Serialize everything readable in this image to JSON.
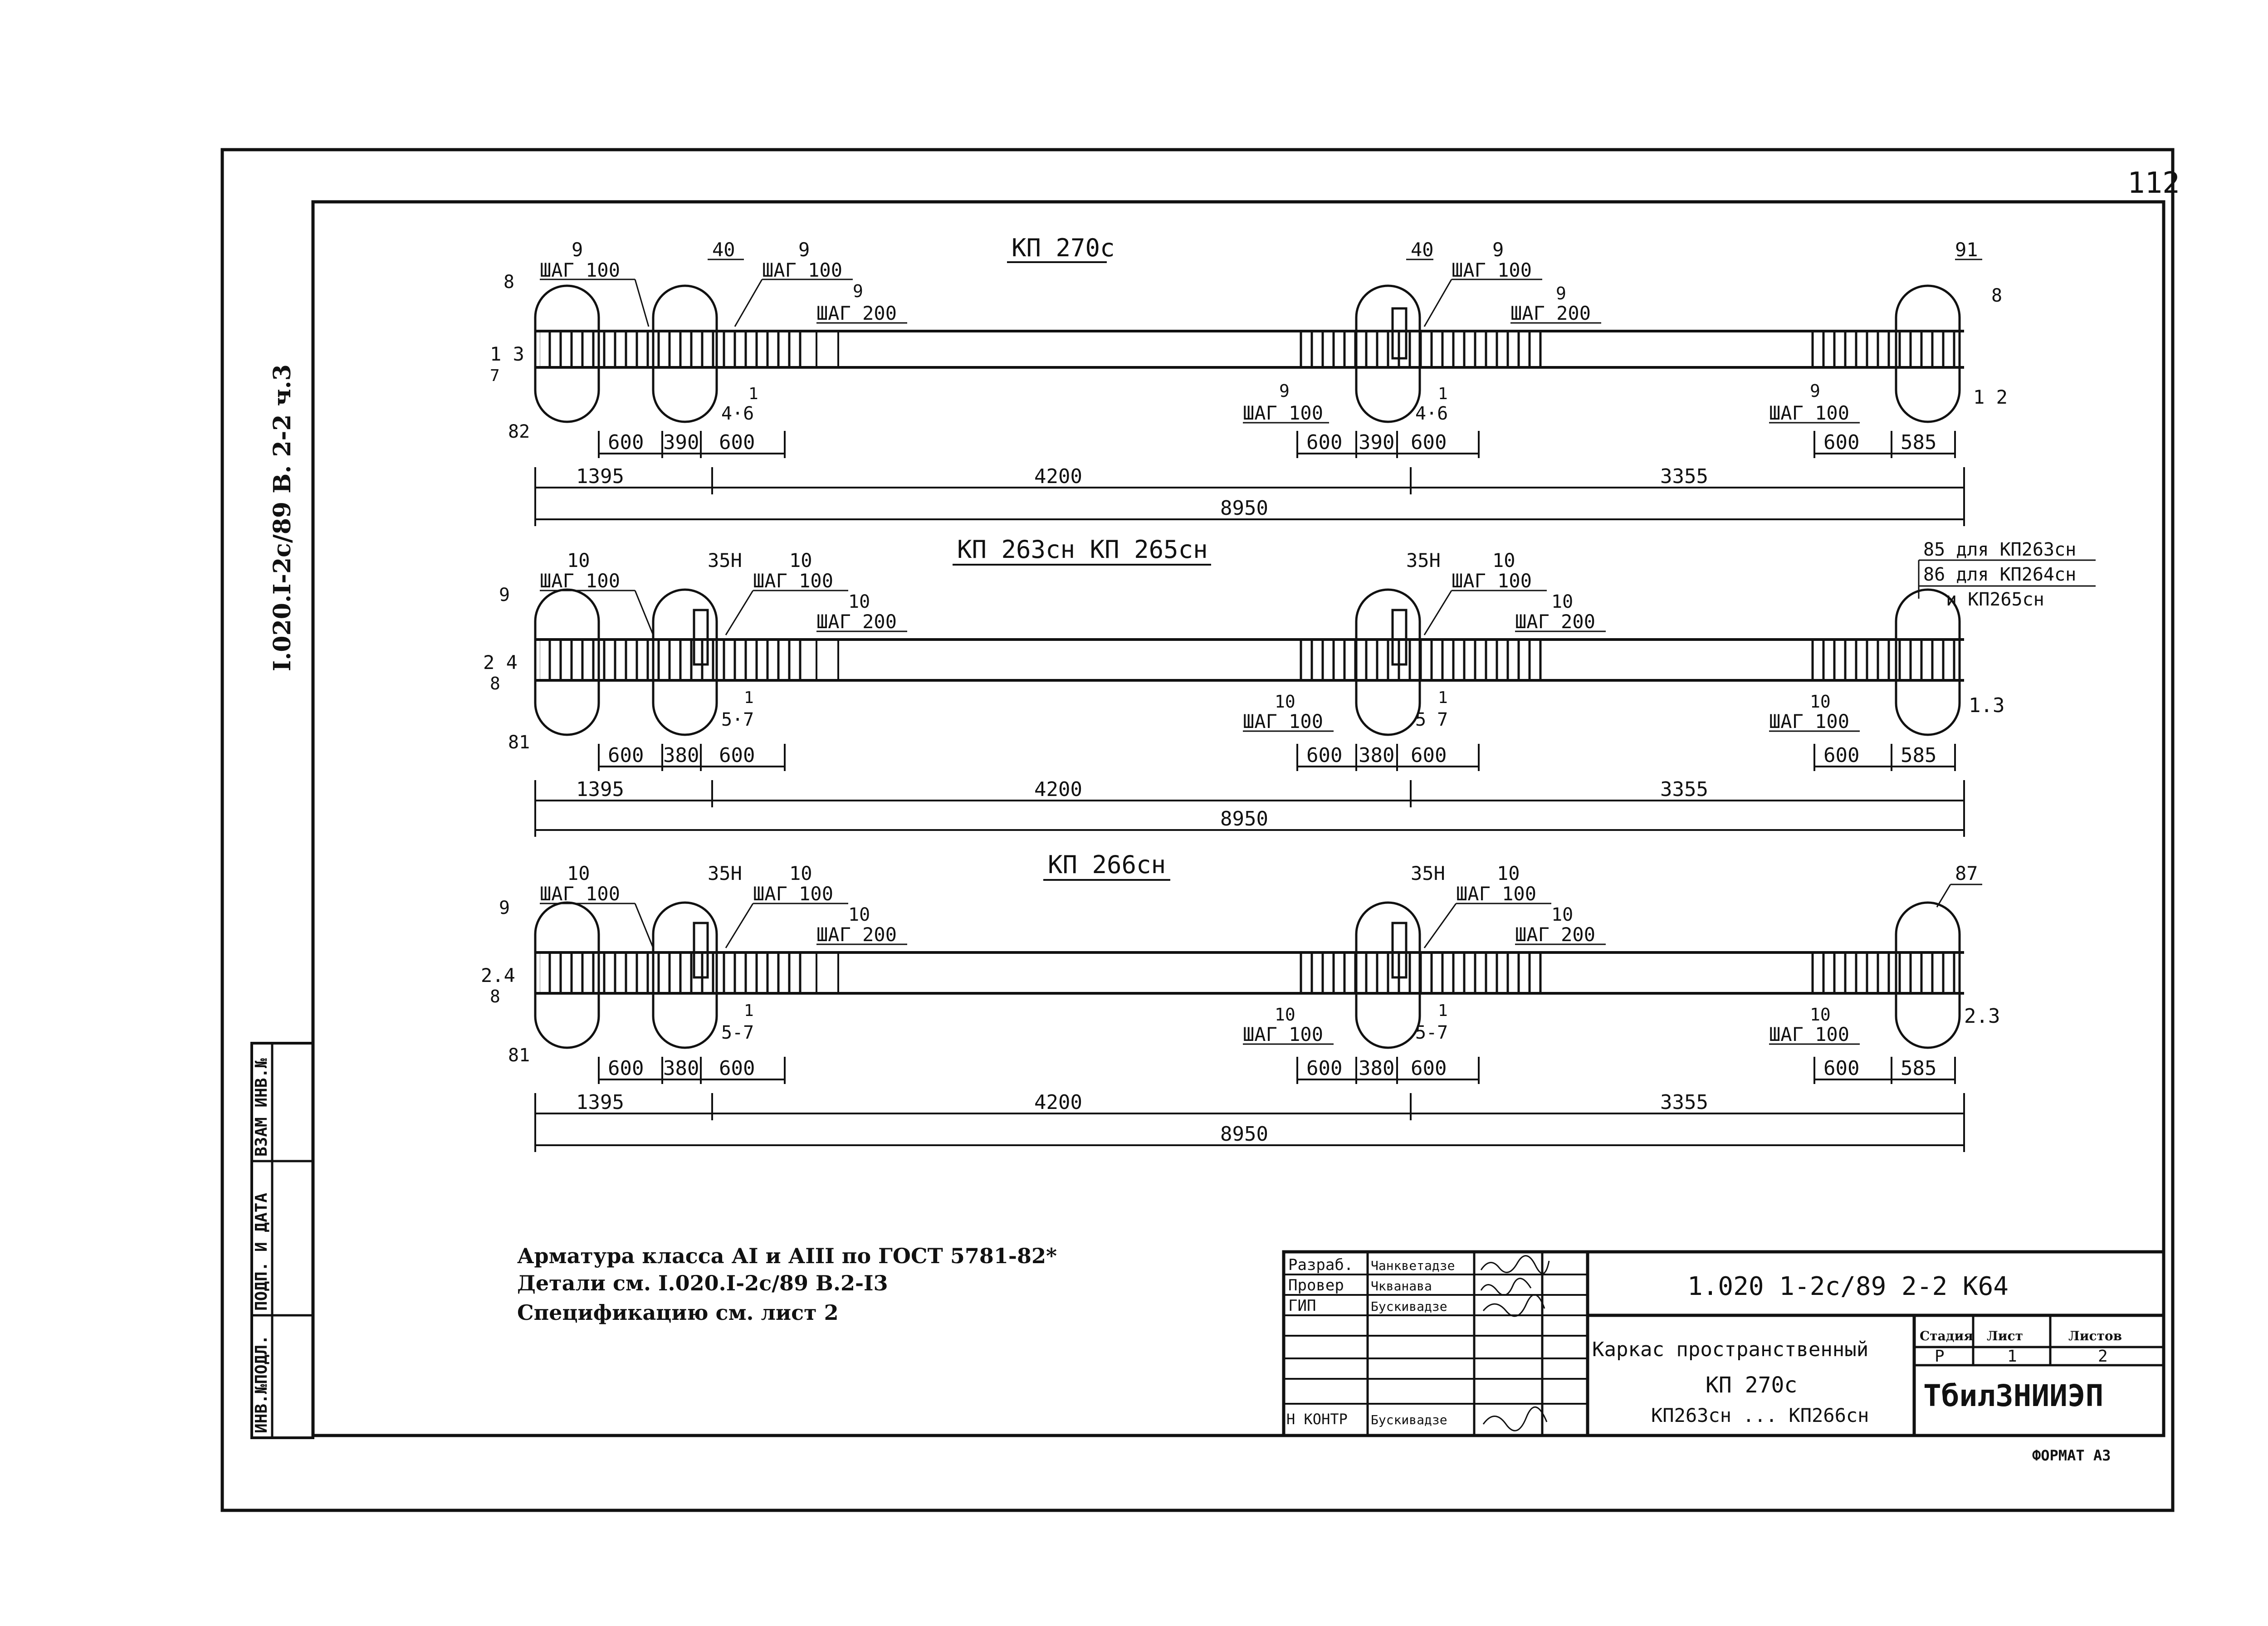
{
  "page_number": "112",
  "side_reference": "I.020.I-2c/89 B. 2-2 ч.3",
  "corner_mark": "ч.3",
  "left_stamp": [
    "ИНВ.№ПОДЛ.",
    "ПОДП. И ДАТА",
    "ВЗАМ ИНВ.№"
  ],
  "frames": [
    {
      "title": "КП 270с",
      "rebar_top": [
        {
          "num": "9",
          "step": "ШАГ 100"
        },
        {
          "num": "40",
          "step": ""
        },
        {
          "num": "9",
          "step": "ШАГ 100"
        },
        {
          "num": "9",
          "step": "ШАГ 200"
        },
        {
          "num": "40",
          "step": ""
        },
        {
          "num": "9",
          "step": "ШАГ 100"
        },
        {
          "num": "9",
          "step": "ШАГ 200"
        },
        {
          "num": "91",
          "step": ""
        }
      ],
      "rebar_bottom": [
        {
          "num": "9",
          "step": "ШАГ 100"
        },
        {
          "num": "9",
          "step": "ШАГ 100"
        }
      ],
      "small_labels": [
        "8",
        "1 3",
        "7",
        "82",
        "1",
        "4·6",
        "1",
        "4·6",
        "8",
        "1 2"
      ],
      "dims_detail": [
        "600",
        "390",
        "600",
        "600",
        "390",
        "600",
        "600",
        "585"
      ],
      "dims_spans": [
        "1395",
        "4200",
        "3355"
      ],
      "dim_total": "8950"
    },
    {
      "title": "КП 263сн  КП 265сн",
      "rebar_top": [
        {
          "num": "10",
          "step": "ШАГ 100"
        },
        {
          "num": "35Н",
          "step": ""
        },
        {
          "num": "10",
          "step": "ШАГ 100"
        },
        {
          "num": "10",
          "step": "ШАГ 200"
        },
        {
          "num": "35Н",
          "step": ""
        },
        {
          "num": "10",
          "step": "ШАГ 100"
        },
        {
          "num": "10",
          "step": "ШАГ 200"
        }
      ],
      "rebar_bottom": [
        {
          "num": "10",
          "step": "ШАГ 100"
        },
        {
          "num": "10",
          "step": "ШАГ 100"
        }
      ],
      "side_notes": [
        "85 для КП263сн",
        "86 для КП264сн",
        "и КП265сн"
      ],
      "small_labels": [
        "9",
        "2 4",
        "8",
        "81",
        "1",
        "5·7",
        "1",
        "5 7",
        "1.3"
      ],
      "dims_detail": [
        "600",
        "380",
        "600",
        "600",
        "380",
        "600",
        "600",
        "585"
      ],
      "dims_spans": [
        "1395",
        "4200",
        "3355"
      ],
      "dim_total": "8950"
    },
    {
      "title": "КП 266сн",
      "rebar_top": [
        {
          "num": "10",
          "step": "ШАГ 100"
        },
        {
          "num": "35Н",
          "step": ""
        },
        {
          "num": "10",
          "step": "ШАГ 100"
        },
        {
          "num": "10",
          "step": "ШАГ 200"
        },
        {
          "num": "35Н",
          "step": ""
        },
        {
          "num": "10",
          "step": "ШАГ 100"
        },
        {
          "num": "10",
          "step": "ШАГ 200"
        },
        {
          "num": "87",
          "step": ""
        }
      ],
      "rebar_bottom": [
        {
          "num": "10",
          "step": "ШАГ 100"
        },
        {
          "num": "10",
          "step": "ШАГ 100"
        }
      ],
      "small_labels": [
        "9",
        "2.4",
        "8",
        "81",
        "1",
        "5-7",
        "1",
        "5-7",
        "2.3"
      ],
      "dims_detail": [
        "600",
        "380",
        "600",
        "600",
        "380",
        "600",
        "600",
        "585"
      ],
      "dims_spans": [
        "1395",
        "4200",
        "3355"
      ],
      "dim_total": "8950"
    }
  ],
  "notes": [
    "Арматура класса АI и АIII по ГОСТ 5781-82*",
    "Детали см. I.020.I-2с/89 В.2-I3",
    "Спецификацию см. лист 2"
  ],
  "title_block": {
    "roles": [
      {
        "role": "Разраб.",
        "name": "Чанкветадзе"
      },
      {
        "role": "Провер",
        "name": "Чкванава"
      },
      {
        "role": "ГИП",
        "name": "Бускивадзе"
      },
      {
        "role": "Н КОНТР",
        "name": "Бускивадзе"
      }
    ],
    "doc_code": "1.020 1-2с/89 2-2 К64",
    "description": [
      "Каркас пространственный",
      "КП 270с",
      "КП263сн ... КП266сн"
    ],
    "stage_header": "Стадия",
    "sheet_header": "Лист",
    "sheets_header": "Листов",
    "stage": "Р",
    "sheet": "1",
    "sheets": "2",
    "organization": "ТбилЗНИИЭП"
  },
  "format": "ФОРМАТ А3"
}
